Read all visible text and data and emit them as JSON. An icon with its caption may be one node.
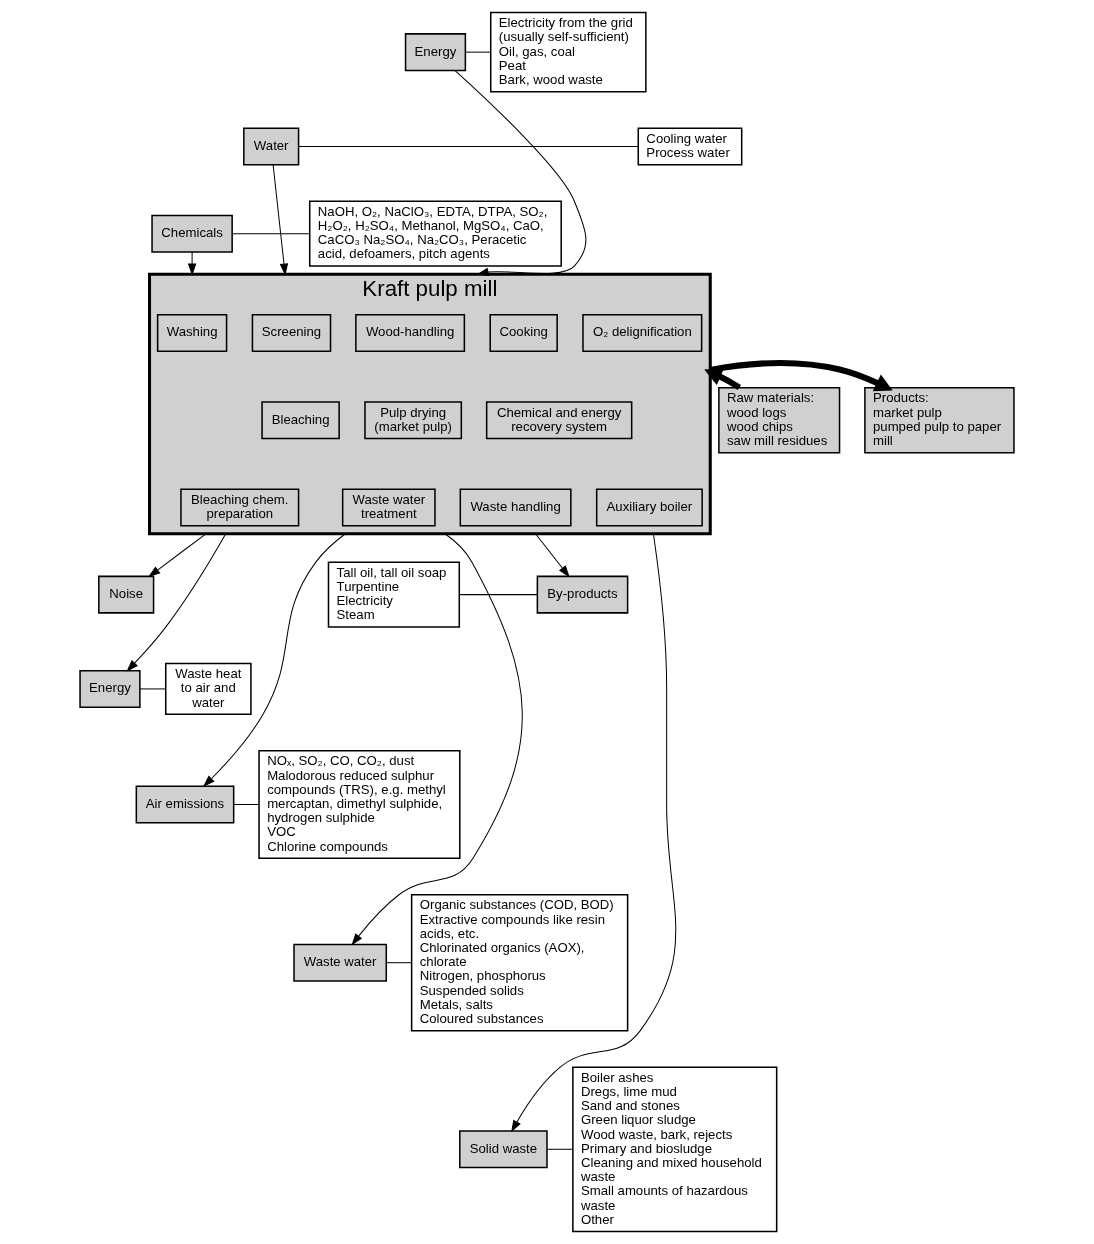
{
  "diagram": {
    "nodes": [
      {
        "text": [
          "Energy"
        ]
      },
      {
        "text": [
          "Electricity from the grid (usually self-sufficient)",
          "Oil, gas, coal",
          "Peat",
          "Bark, wood waste"
        ]
      },
      {
        "text": [
          "Water"
        ]
      },
      {
        "text": [
          "Cooling water",
          "Process water"
        ]
      },
      {
        "text": [
          "Chemicals"
        ]
      },
      {
        "text": [
          "NaOH, O₂, NaClO₃, EDTA, DTPA, SO₂, H₂O₂, H₂SO₄, Methanol, MgSO₄, CaO, CaCO₃ Na₂SO₄, Na₂CO₃, Peracetic acid, defoamers, pitch agents"
        ]
      },
      {
        "text": [
          "Raw materials:",
          "wood logs",
          "wood chips",
          "saw mill residues"
        ]
      },
      {
        "text": [
          "Kraft pulp mill"
        ]
      },
      {
        "text": [
          "Wood-handling"
        ],
        "in": 7
      },
      {
        "text": [
          "Cooking"
        ],
        "in": 7
      },
      {
        "text": [
          "Screening"
        ],
        "in": 7
      },
      {
        "text": [
          "Washing"
        ],
        "in": 7
      },
      {
        "text": [
          "O₂ delignification"
        ],
        "in": 7
      },
      {
        "text": [
          "Bleaching"
        ],
        "in": 7
      },
      {
        "text": [
          "Pulp drying (market pulp)"
        ],
        "in": 7
      },
      {
        "text": [
          "Chemical and energy recovery system"
        ],
        "in": 7
      },
      {
        "text": [
          "Bleaching chem. preparation"
        ],
        "in": 7
      },
      {
        "text": [
          "Auxiliary boiler"
        ],
        "in": 7
      },
      {
        "text": [
          "Waste water treatment"
        ],
        "in": 7
      },
      {
        "text": [
          "Waste handling"
        ],
        "in": 7
      },
      {
        "text": [
          "Products:",
          "market pulp",
          "pumped pulp to paper mill"
        ]
      },
      {
        "text": [
          "By-products"
        ]
      },
      {
        "text": [
          "Tall oil, tall oil soap",
          "Turpentine",
          "Electricity",
          "Steam"
        ]
      },
      {
        "text": [
          "Noise"
        ]
      },
      {
        "text": [
          "Energy"
        ]
      },
      {
        "text": [
          "Waste heat to air and water"
        ]
      },
      {
        "text": [
          "Air emissions"
        ]
      },
      {
        "text": [
          "NOₓ, SO₂, CO, CO₂, dust",
          "Malodorous reduced sulphur compounds (TRS), e.g. methyl mercaptan, dimethyl sulphide, hydrogen sulphide",
          "VOC",
          "Chlorine compounds"
        ]
      },
      {
        "text": [
          "Waste water"
        ]
      },
      {
        "text": [
          "Organic substances (COD, BOD)",
          "Extractive compounds like resin acids, etc.",
          "Chlorinated organics (AOX), chlorate",
          "Nitrogen, phosphorus",
          "Suspended solids",
          "Metals, salts",
          "Coloured substances"
        ]
      },
      {
        "text": [
          "Solid waste"
        ]
      },
      {
        "text": [
          "Boiler ashes",
          "Dregs, lime mud",
          "Sand and stones",
          "Green liquor sludge",
          "Wood waste, bark, rejects",
          "Primary and biosludge",
          "Cleaning and mixed household waste",
          "Small amounts of hazardous waste",
          "Other"
        ]
      }
    ],
    "edges": [
      {
        "from": 0,
        "to": 1,
        "arrow": "none"
      },
      {
        "from": 2,
        "to": 3,
        "arrow": "none"
      },
      {
        "from": 4,
        "to": 5,
        "arrow": "none"
      },
      {
        "from": 0,
        "to": 7,
        "arrow": "to"
      },
      {
        "from": 2,
        "to": 7,
        "arrow": "to"
      },
      {
        "from": 4,
        "to": 7,
        "arrow": "to"
      },
      {
        "from": 6,
        "to": 7,
        "arrow": "to",
        "style": "thick"
      },
      {
        "from": 7,
        "to": 20,
        "arrow": "to",
        "style": "thick"
      },
      {
        "from": 7,
        "to": 21,
        "arrow": "to"
      },
      {
        "from": 21,
        "to": 22,
        "arrow": "none"
      },
      {
        "from": 7,
        "to": 23,
        "arrow": "to"
      },
      {
        "from": 7,
        "to": 24,
        "arrow": "to"
      },
      {
        "from": 24,
        "to": 25,
        "arrow": "none"
      },
      {
        "from": 7,
        "to": 26,
        "arrow": "to"
      },
      {
        "from": 26,
        "to": 27,
        "arrow": "none"
      },
      {
        "from": 7,
        "to": 28,
        "arrow": "to"
      },
      {
        "from": 28,
        "to": 29,
        "arrow": "none"
      },
      {
        "from": 7,
        "to": 30,
        "arrow": "to"
      },
      {
        "from": 30,
        "to": 31,
        "arrow": "none"
      }
    ]
  }
}
